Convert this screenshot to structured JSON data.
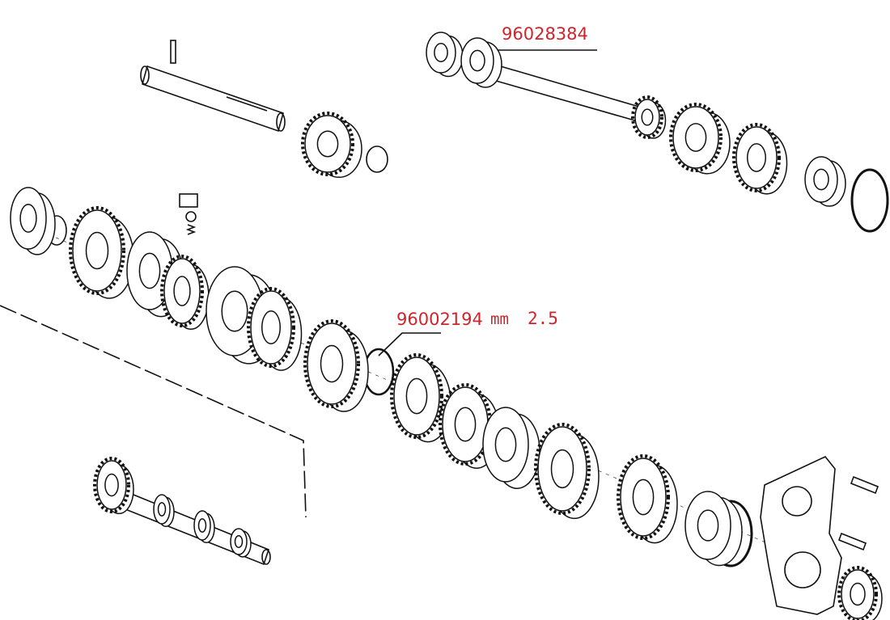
{
  "labels": {
    "input_shaft_bearing_part": "96028384",
    "shim_part": "96002194",
    "shim_unit": "mm",
    "shim_thickness": "2.5"
  },
  "colors": {
    "label": "#d0242c",
    "line": "#111111"
  }
}
